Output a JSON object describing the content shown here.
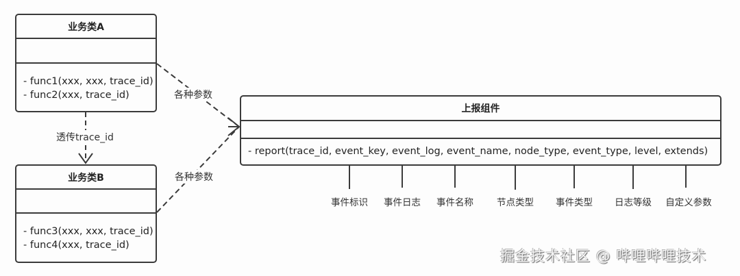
{
  "diagram": {
    "type": "uml-class-dependency",
    "classes": [
      {
        "id": "classA",
        "name": "业务类A",
        "attributes": [],
        "operations": [
          "- func1(xxx, xxx, trace_id)",
          "- func2(xxx, trace_id)"
        ]
      },
      {
        "id": "classB",
        "name": "业务类B",
        "attributes": [],
        "operations": [
          "- func3(xxx, xxx, trace_id)",
          "- func4(xxx, trace_id)"
        ]
      },
      {
        "id": "reporter",
        "name": "上报组件",
        "attributes": [],
        "operations": [
          "- report(trace_id, event_key, event_log, event_name, node_type, event_type, level, extends)"
        ]
      }
    ],
    "edges": [
      {
        "from": "业务类A",
        "to": "业务类B",
        "style": "dashed-open-arrow",
        "label": "透传trace_id"
      },
      {
        "from": "业务类A",
        "to": "上报组件",
        "style": "dashed-open-arrow",
        "label": "各种参数"
      },
      {
        "from": "业务类B",
        "to": "上报组件",
        "style": "dashed-open-arrow",
        "label": "各种参数"
      }
    ],
    "parameter_annotations": [
      {
        "param": "event_key",
        "label": "事件标识"
      },
      {
        "param": "event_log",
        "label": "事件日志"
      },
      {
        "param": "event_name",
        "label": "事件名称"
      },
      {
        "param": "node_type",
        "label": "节点类型"
      },
      {
        "param": "event_type",
        "label": "事件类型"
      },
      {
        "param": "level",
        "label": "日志等级"
      },
      {
        "param": "extends",
        "label": "自定义参数"
      }
    ]
  },
  "watermark": "掘金技术社区 @ 哔哩哔哩技术",
  "colors": {
    "stroke": "#3a3a3a",
    "text": "#222222",
    "background": "#fdfdfd"
  }
}
